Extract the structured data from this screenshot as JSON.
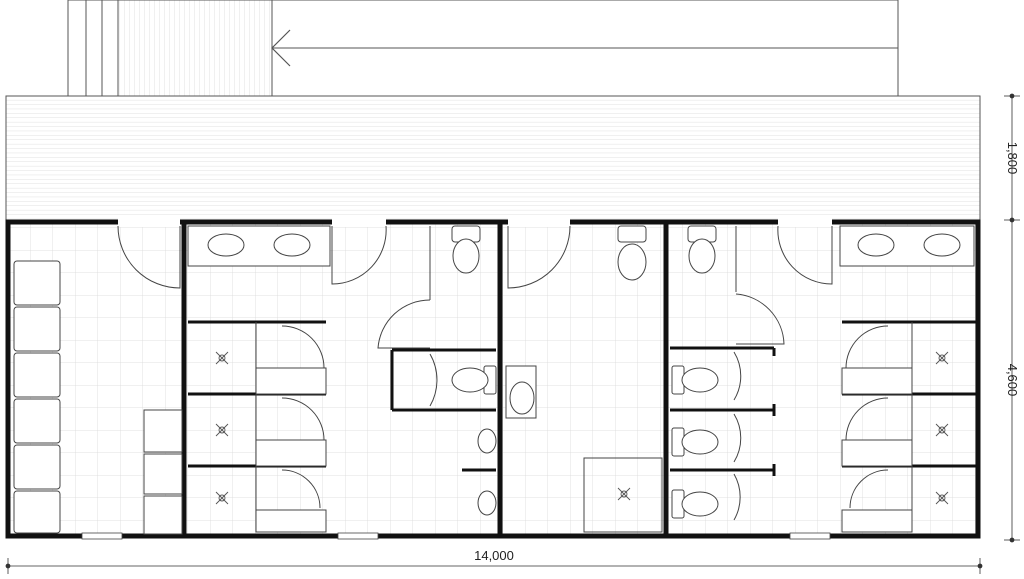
{
  "dimensions": {
    "overall_width": "14,000",
    "deck_depth": "1,800",
    "building_depth": "4,600"
  },
  "colors": {
    "wall": "#111111",
    "line": "#444444",
    "grid": "#d9d9d9",
    "deck": "#bdbdbd"
  }
}
